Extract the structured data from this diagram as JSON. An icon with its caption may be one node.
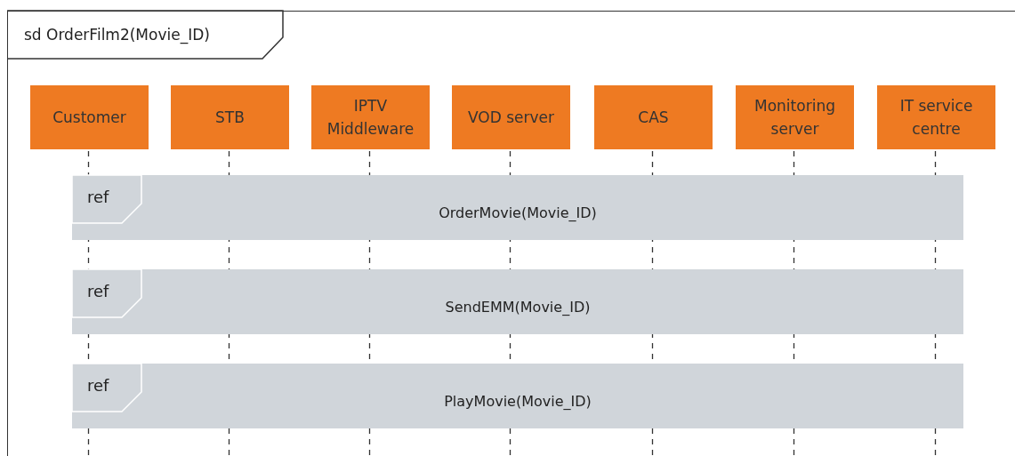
{
  "diagram": {
    "nodes": [
      {
        "text": [
          "sd OrderFilm2(Movie_ID)"
        ]
      },
      {
        "text": [
          "Customer"
        ],
        "in": 0
      },
      {
        "text": [
          "STB"
        ],
        "in": 0
      },
      {
        "text": [
          "IPTV Middleware"
        ],
        "in": 0
      },
      {
        "text": [
          "VOD server"
        ],
        "in": 0
      },
      {
        "text": [
          "CAS"
        ],
        "in": 0
      },
      {
        "text": [
          "Monitoring server"
        ],
        "in": 0
      },
      {
        "text": [
          "IT service centre"
        ],
        "in": 0
      },
      {
        "text": [
          "ref",
          "OrderMovie(Movie_ID)"
        ],
        "in": 0
      },
      {
        "text": [
          "ref",
          "SendEMM(Movie_ID)"
        ],
        "in": 0
      },
      {
        "text": [
          "ref",
          "PlayMovie(Movie_ID)"
        ],
        "in": 0
      }
    ],
    "edges": []
  }
}
